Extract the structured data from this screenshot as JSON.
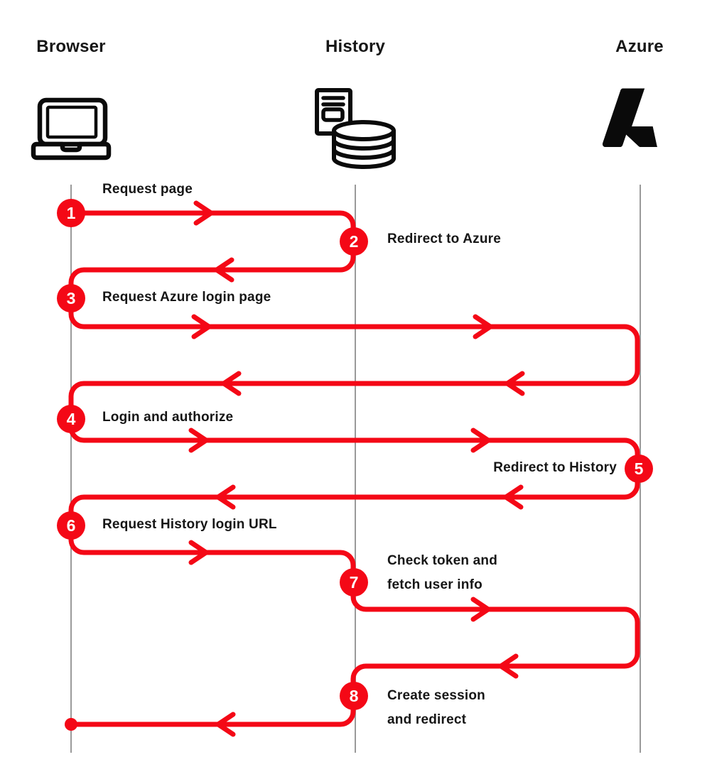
{
  "actors": [
    {
      "name": "Browser",
      "icon": "laptop-icon"
    },
    {
      "name": "History",
      "icon": "server-database-icon"
    },
    {
      "name": "Azure",
      "icon": "azure-logo-icon"
    }
  ],
  "steps": [
    {
      "num": "1",
      "label": "Request page",
      "from": "Browser",
      "to": "History"
    },
    {
      "num": "2",
      "label": "Redirect to Azure",
      "from": "History",
      "to": "Browser"
    },
    {
      "num": "3",
      "label": "Request Azure login page",
      "from": "Browser",
      "to": "Azure"
    },
    {
      "num": "4",
      "label": "Login and authorize",
      "from": "Browser",
      "to": "Azure"
    },
    {
      "num": "5",
      "label": "Redirect to History",
      "from": "Azure",
      "to": "Browser"
    },
    {
      "num": "6",
      "label": "Request History login URL",
      "from": "Browser",
      "to": "History"
    },
    {
      "num": "7",
      "label_line1": "Check token and",
      "label_line2": "fetch user info",
      "from": "History",
      "to": "Azure"
    },
    {
      "num": "8",
      "label_line1": "Create session",
      "label_line2": "and redirect",
      "from": "History",
      "to": "Browser"
    }
  ],
  "colors": {
    "flow_red": "#f40816",
    "lifeline_gray": "#9a9a9a",
    "text_black": "#161616",
    "icon_black": "#0a0a0a"
  }
}
